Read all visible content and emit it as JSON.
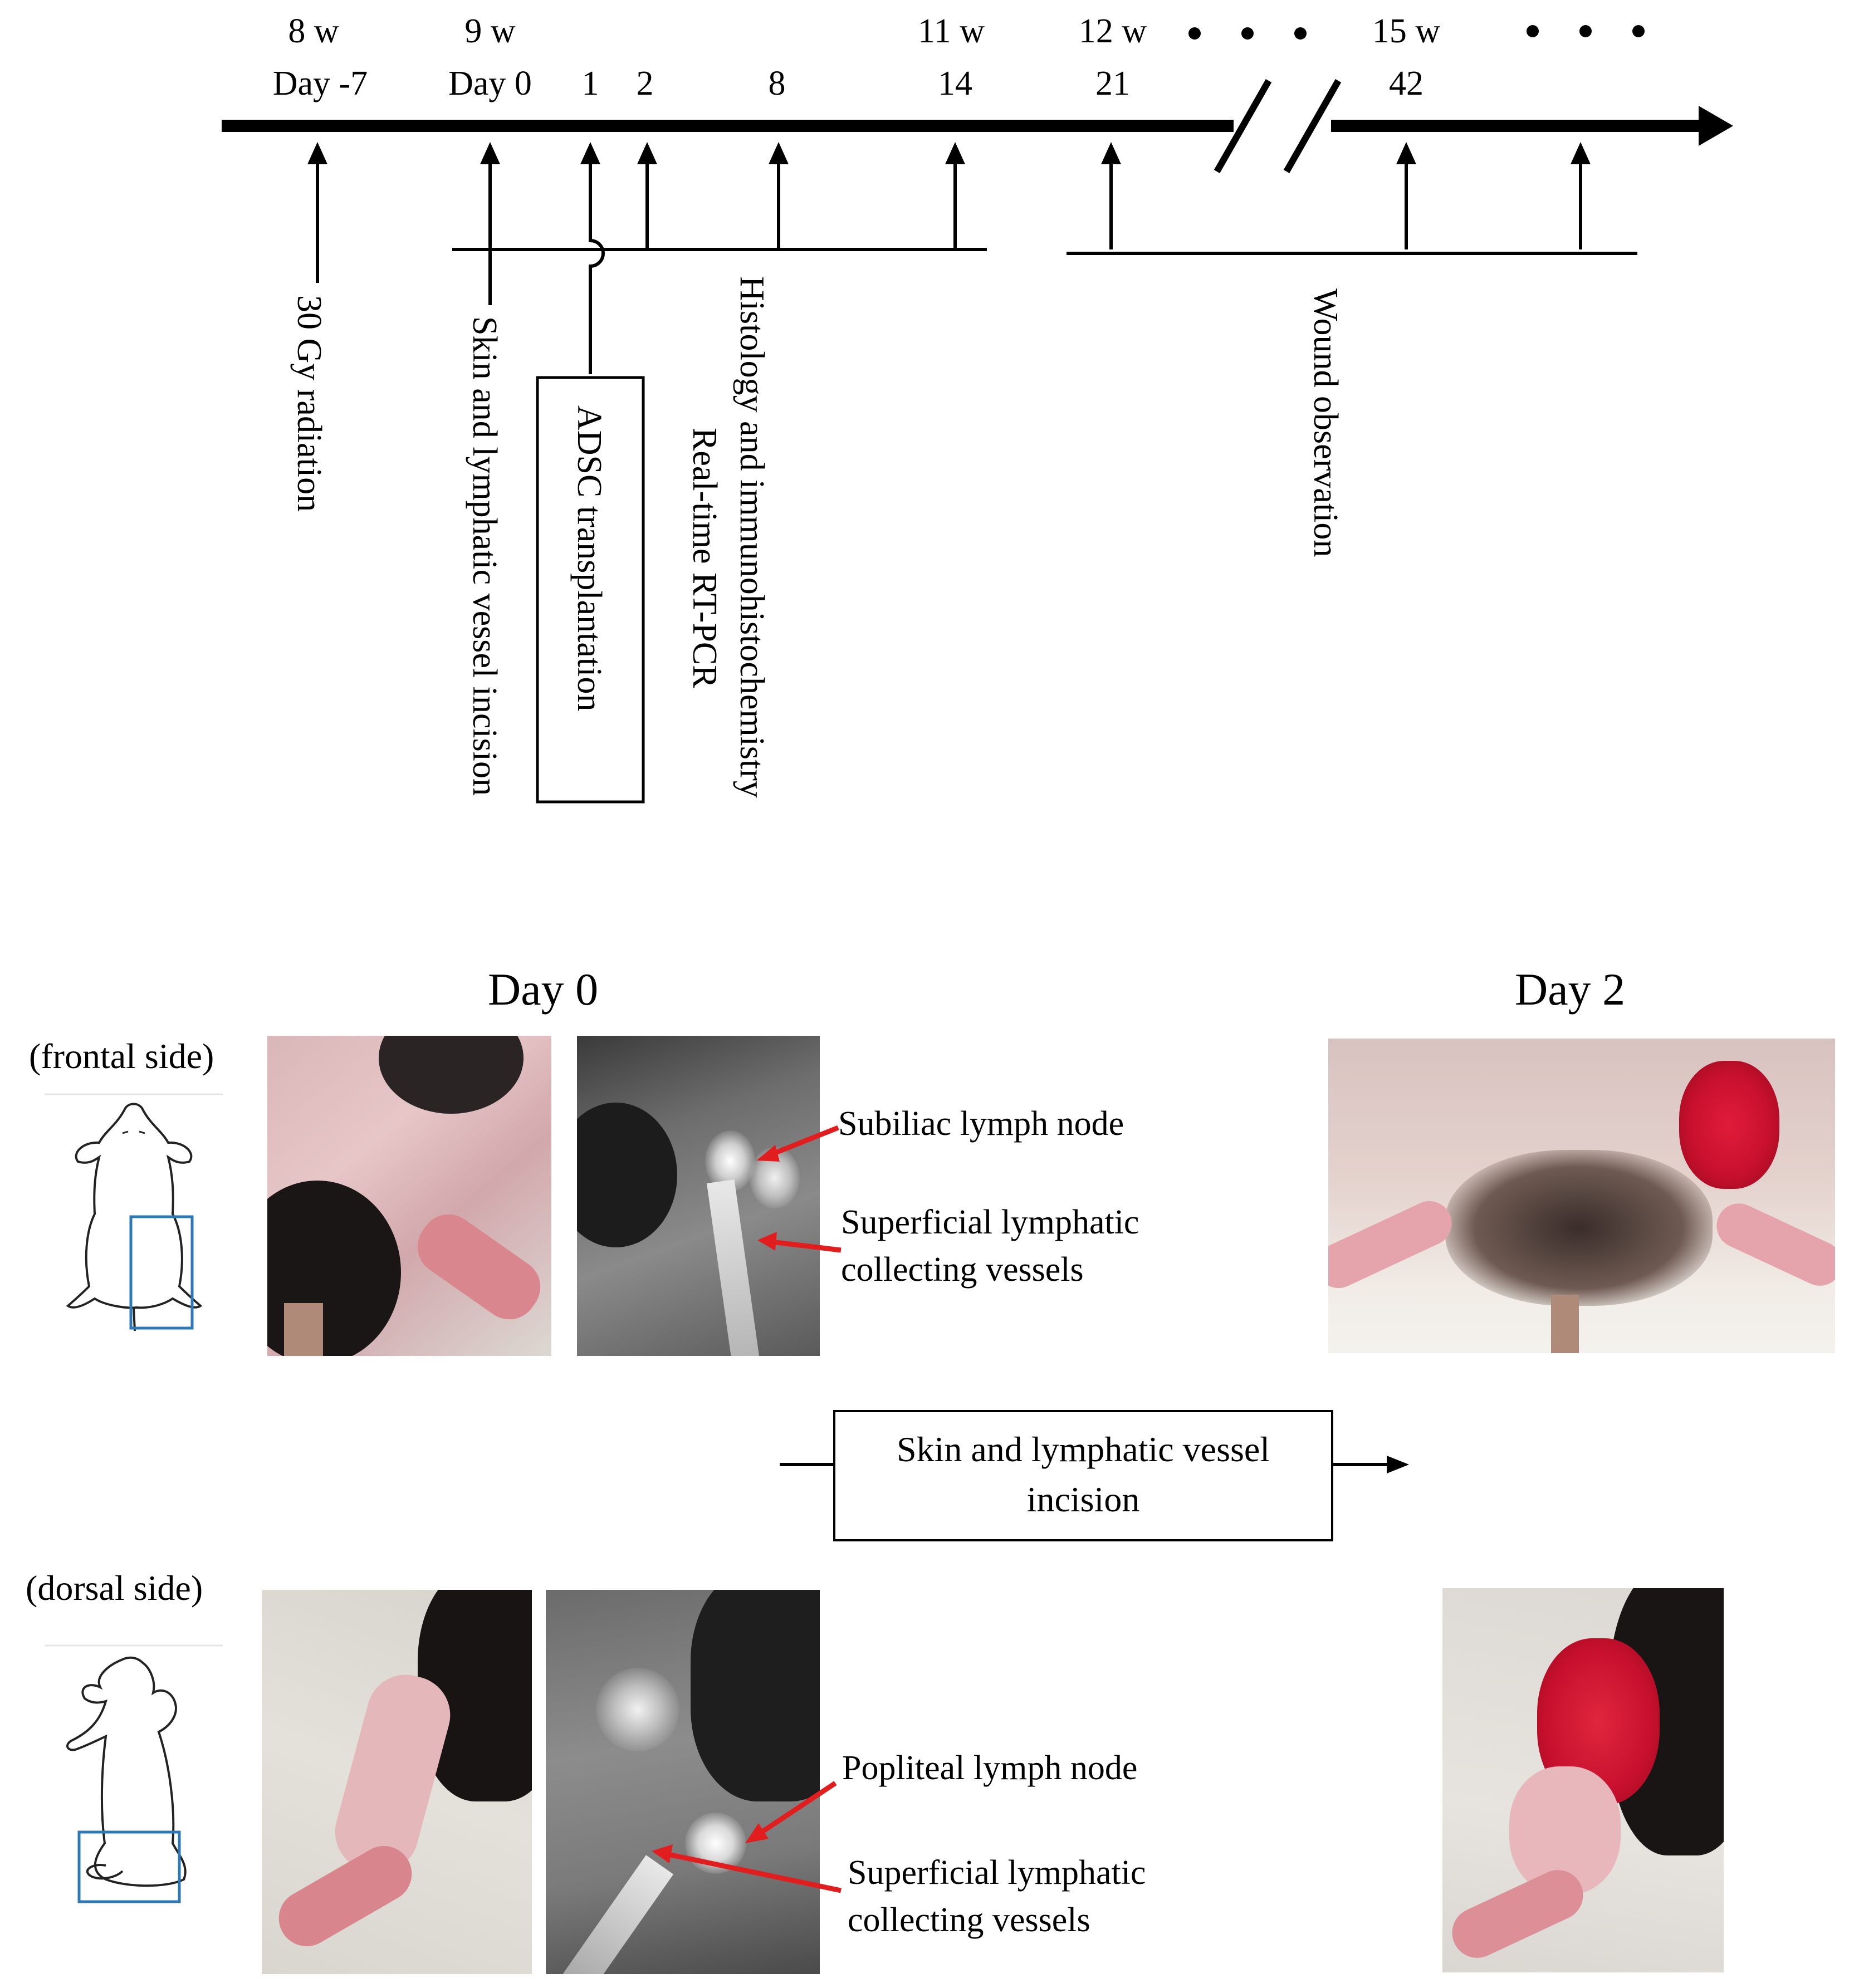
{
  "timeline": {
    "weeks": [
      "8 w",
      "9 w",
      "11 w",
      "12 w",
      "15 w"
    ],
    "days": [
      "Day -7",
      "Day 0",
      "1",
      "2",
      "8",
      "14",
      "21",
      "42"
    ],
    "events": {
      "radiation": "30 Gy radiation",
      "incision": "Skin and lymphatic vessel incision",
      "adsc": "ADSC transplantation",
      "histology": "Histology and immunohistochemistry",
      "pcr": "Real-time RT-PCR",
      "wound": "Wound observation"
    }
  },
  "panels": {
    "day0_title": "Day 0",
    "day2_title": "Day 2",
    "frontal_label": "(frontal side)",
    "dorsal_label": "(dorsal side)",
    "procedure_box": "Skin and lymphatic vessel incision",
    "frontal_annotations": {
      "node": "Subiliac lymph node",
      "vessels_line1": "Superficial lymphatic",
      "vessels_line2": "collecting vessels"
    },
    "dorsal_annotations": {
      "node": "Popliteal lymph node",
      "vessels_line1": "Superficial lymphatic",
      "vessels_line2": "collecting vessels"
    }
  },
  "colors": {
    "annotation_arrow": "#e21d1d",
    "mouse_box": "#2f78b8",
    "wound_red": "#c8102e"
  }
}
